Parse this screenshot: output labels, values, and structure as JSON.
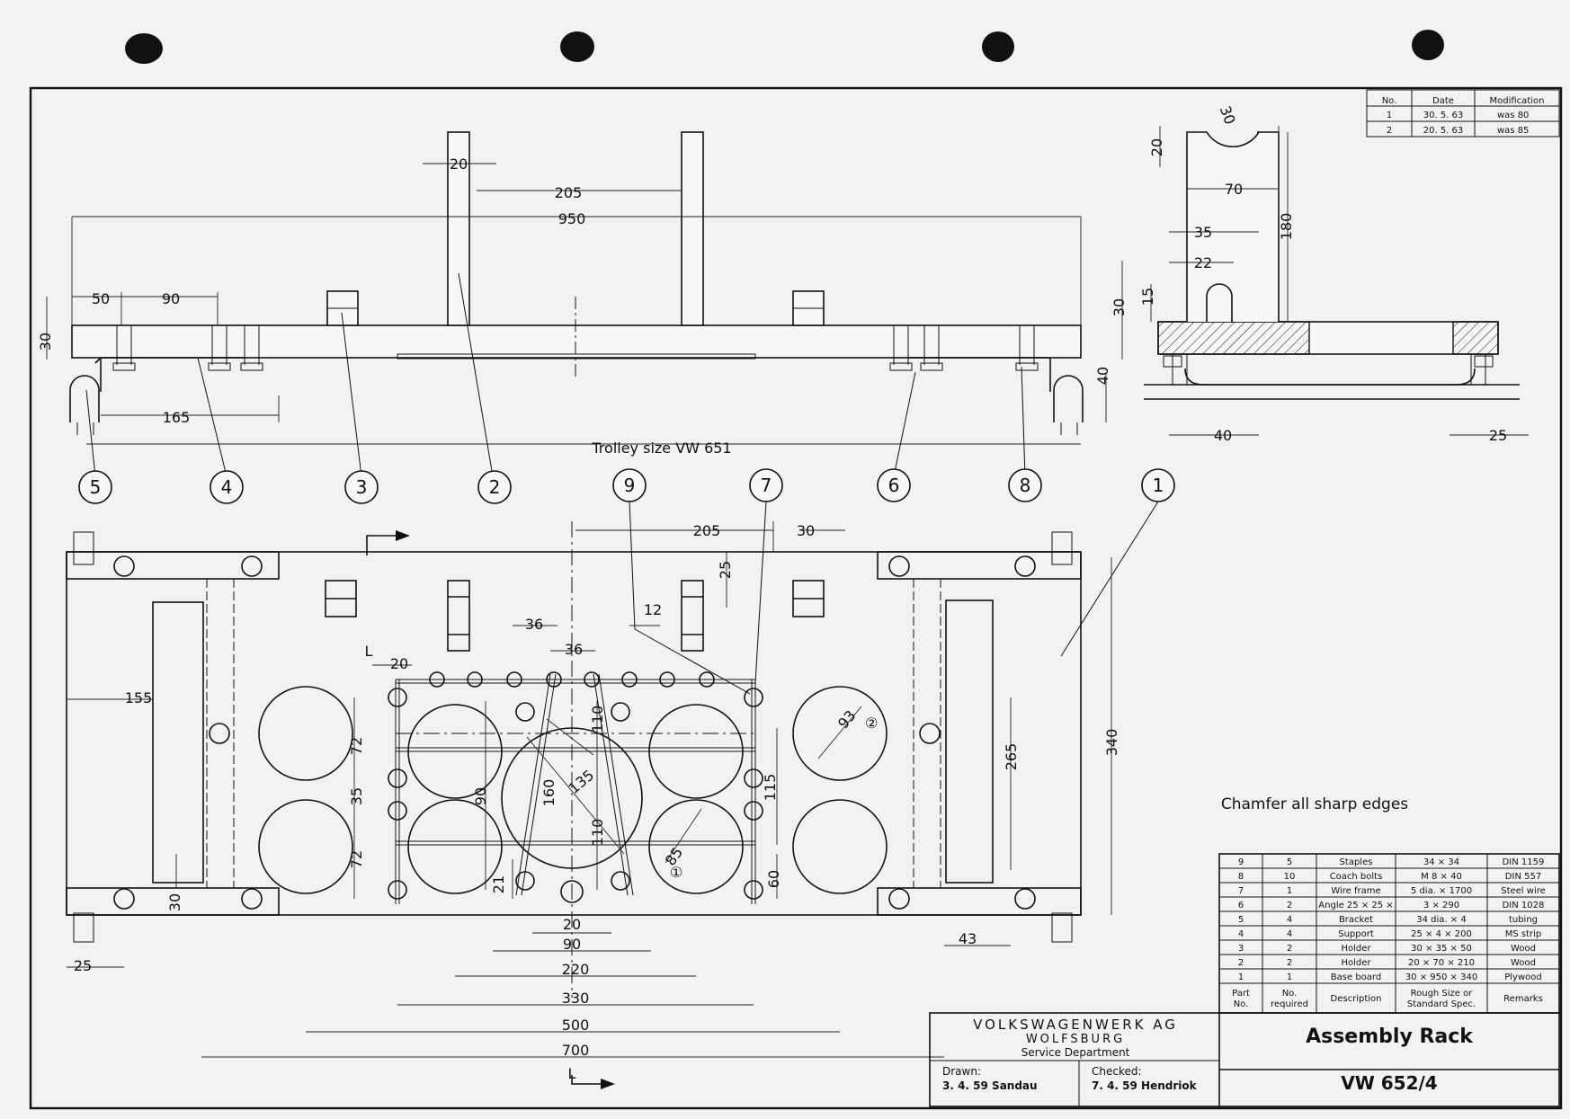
{
  "revisions": {
    "headers": [
      "No.",
      "Date",
      "Modification"
    ],
    "rows": [
      [
        "1",
        "30. 5. 63",
        "was 80"
      ],
      [
        "2",
        "20. 5. 63",
        "was 85"
      ]
    ]
  },
  "parts_list": {
    "headers": [
      "Part No.",
      "No. required",
      "Description",
      "Rough Size or Standard Spec.",
      "Remarks"
    ],
    "rows": [
      [
        "9",
        "5",
        "Staples",
        "34 × 34",
        "DIN 1159"
      ],
      [
        "8",
        "10",
        "Coach bolts",
        "M 8 × 40",
        "DIN 557"
      ],
      [
        "7",
        "1",
        "Wire frame",
        "5 dia. × 1700",
        "Steel wire"
      ],
      [
        "6",
        "2",
        "Angle 25 × 25 ×",
        "3 × 290",
        "DIN 1028"
      ],
      [
        "5",
        "4",
        "Bracket",
        "34 dia. × 4",
        "tubing"
      ],
      [
        "4",
        "4",
        "Support",
        "25 × 4 × 200",
        "MS strip"
      ],
      [
        "3",
        "2",
        "Holder",
        "30 × 35 × 50",
        "Wood"
      ],
      [
        "2",
        "2",
        "Holder",
        "20 × 70 × 210",
        "Wood"
      ],
      [
        "1",
        "1",
        "Base board",
        "30 × 950 × 340",
        "Plywood"
      ]
    ]
  },
  "title_block": {
    "company": "VOLKSWAGENWERK AG",
    "city": "WOLFSBURG",
    "department": "Service Department",
    "drawn_label": "Drawn:",
    "drawn_value": "3. 4. 59 Sandau",
    "checked_label": "Checked:",
    "checked_value": "7. 4. 59 Hendriok",
    "title": "Assembly Rack",
    "number": "VW 652/4"
  },
  "notes": {
    "trolley": "Trolley size VW 651",
    "chamfer": "Chamfer all sharp edges",
    "section_mark": "L"
  },
  "callouts": [
    "5",
    "4",
    "3",
    "2",
    "9",
    "7",
    "6",
    "8",
    "1",
    "①",
    "②"
  ],
  "dimensions": {
    "d20a": "20",
    "d205a": "205",
    "d950": "950",
    "d50": "50",
    "d90a": "90",
    "d30a": "30",
    "d165": "165",
    "d30s": "30",
    "d40s": "40",
    "d20s": "20",
    "d70": "70",
    "d180": "180",
    "d35a": "35",
    "d22": "22",
    "d15a": "15",
    "d40b": "40",
    "d25a": "25",
    "d30deg": "30",
    "d205b": "205",
    "d30b": "30",
    "d25b": "25",
    "d36a": "36",
    "d36b": "36",
    "d12": "12",
    "d20b": "20",
    "d155": "155",
    "d72a": "72",
    "d35b": "35",
    "d72b": "72",
    "d90b": "90",
    "d160": "160",
    "d135": "135",
    "d110a": "110",
    "d110b": "110",
    "d115": "115",
    "d93": "93",
    "d265": "265",
    "d340": "340",
    "d85": "85",
    "d21": "21",
    "d60": "60",
    "d30c": "30",
    "d20c": "20",
    "d90c": "90",
    "d220": "220",
    "d330": "330",
    "d500": "500",
    "d700": "700",
    "d43": "43",
    "d25c": "25"
  }
}
